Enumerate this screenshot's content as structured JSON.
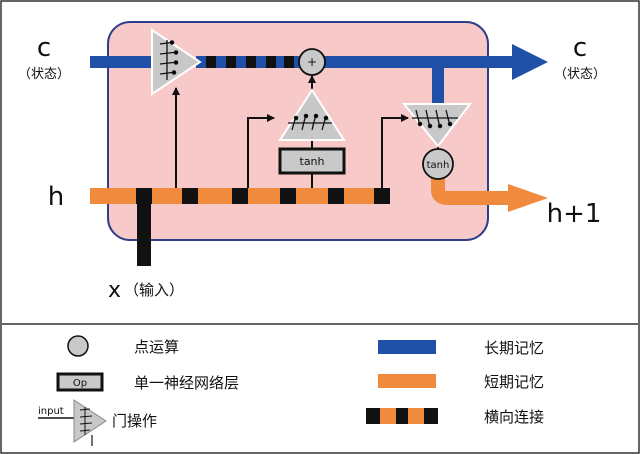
{
  "diagram": {
    "cell_state_in": {
      "symbol": "c",
      "note": "（状态）"
    },
    "cell_state_out": {
      "symbol": "c",
      "note": "（状态）"
    },
    "hidden_in": "h",
    "hidden_out": "h+1",
    "input_x": "x",
    "input_note": "（输入）",
    "plus_op": "+",
    "tanh_layer": "tanh",
    "tanh_pointwise": "tanh"
  },
  "legend": {
    "pointwise_op": "点运算",
    "nn_layer_box": "Op",
    "nn_layer": "单一神经网络层",
    "gate_input": "input",
    "gate": "门操作",
    "long_term_memory": "长期记忆",
    "short_term_memory": "短期记忆",
    "concat": "横向连接"
  },
  "colors": {
    "cell_bg": "#f7c9c9",
    "cell_border": "#2f3e88",
    "long_term": "#1f4fa6",
    "short_term": "#f08a3c",
    "black": "#111111",
    "gate_fill": "#c8c8c8",
    "op_fill": "#c9c9c9"
  }
}
